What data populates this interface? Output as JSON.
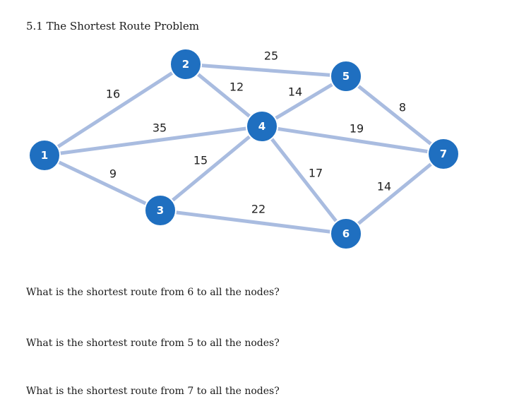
{
  "heading": "5.1 The Shortest Route Problem",
  "questions": [
    "What is the shortest route from 6 to all the nodes?",
    "What is the shortest route from 5 to all the nodes?",
    "What is the shortest route from 7 to all the nodes?"
  ],
  "colors": {
    "node_fill": "#1f6fc0",
    "edge": "#a9bce0",
    "node_text": "#ffffff"
  },
  "network": {
    "nodes": [
      "1",
      "2",
      "3",
      "4",
      "5",
      "6",
      "7"
    ],
    "edges": [
      {
        "from": "1",
        "to": "2",
        "weight": "16"
      },
      {
        "from": "1",
        "to": "4",
        "weight": "35"
      },
      {
        "from": "1",
        "to": "3",
        "weight": "9"
      },
      {
        "from": "2",
        "to": "5",
        "weight": "25"
      },
      {
        "from": "2",
        "to": "4",
        "weight": "12"
      },
      {
        "from": "3",
        "to": "4",
        "weight": "15"
      },
      {
        "from": "3",
        "to": "6",
        "weight": "22"
      },
      {
        "from": "4",
        "to": "5",
        "weight": "14"
      },
      {
        "from": "4",
        "to": "7",
        "weight": "19"
      },
      {
        "from": "4",
        "to": "6",
        "weight": "17"
      },
      {
        "from": "5",
        "to": "7",
        "weight": "8"
      },
      {
        "from": "6",
        "to": "7",
        "weight": "14"
      }
    ]
  }
}
